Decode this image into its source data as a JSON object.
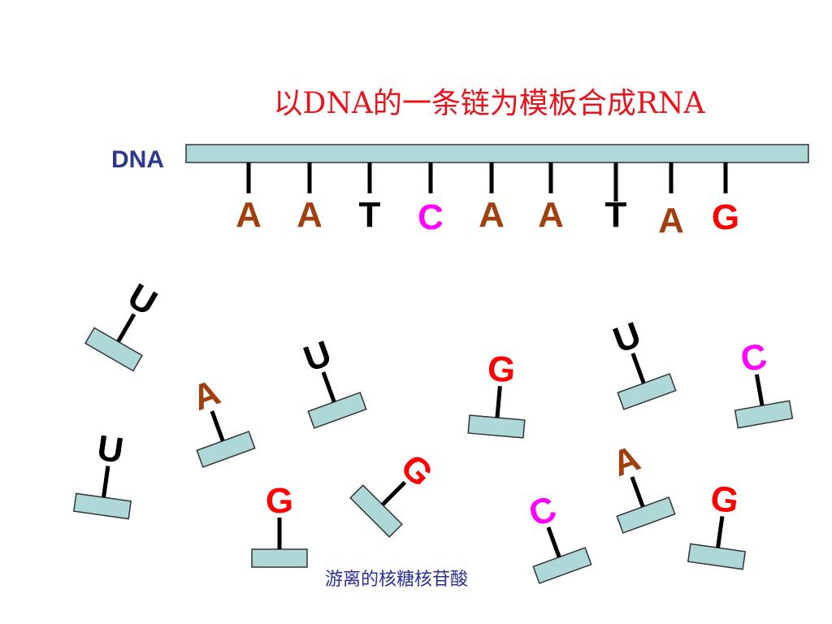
{
  "title": "以DNA的一条链为模板合成RNA",
  "dna_label": "DNA",
  "caption": "游离的核糖核苷酸",
  "colors": {
    "A": "#a0400e",
    "T": "#000000",
    "C": "#ff00ff",
    "G": "#ff0000",
    "U": "#000000",
    "backbone_fill": "#aed7d8",
    "backbone_stroke": "#333333",
    "title": "#e8141b",
    "label": "#2c3890"
  },
  "dna_strand": {
    "bases": [
      "A",
      "A",
      "T",
      "C",
      "A",
      "A",
      "T",
      "A",
      "G"
    ]
  },
  "free_nucleotides": [
    {
      "base": "U"
    },
    {
      "base": "A"
    },
    {
      "base": "U"
    },
    {
      "base": "G"
    },
    {
      "base": "U"
    },
    {
      "base": "C"
    },
    {
      "base": "U"
    },
    {
      "base": "G"
    },
    {
      "base": "G"
    },
    {
      "base": "C"
    },
    {
      "base": "A"
    },
    {
      "base": "G"
    }
  ]
}
